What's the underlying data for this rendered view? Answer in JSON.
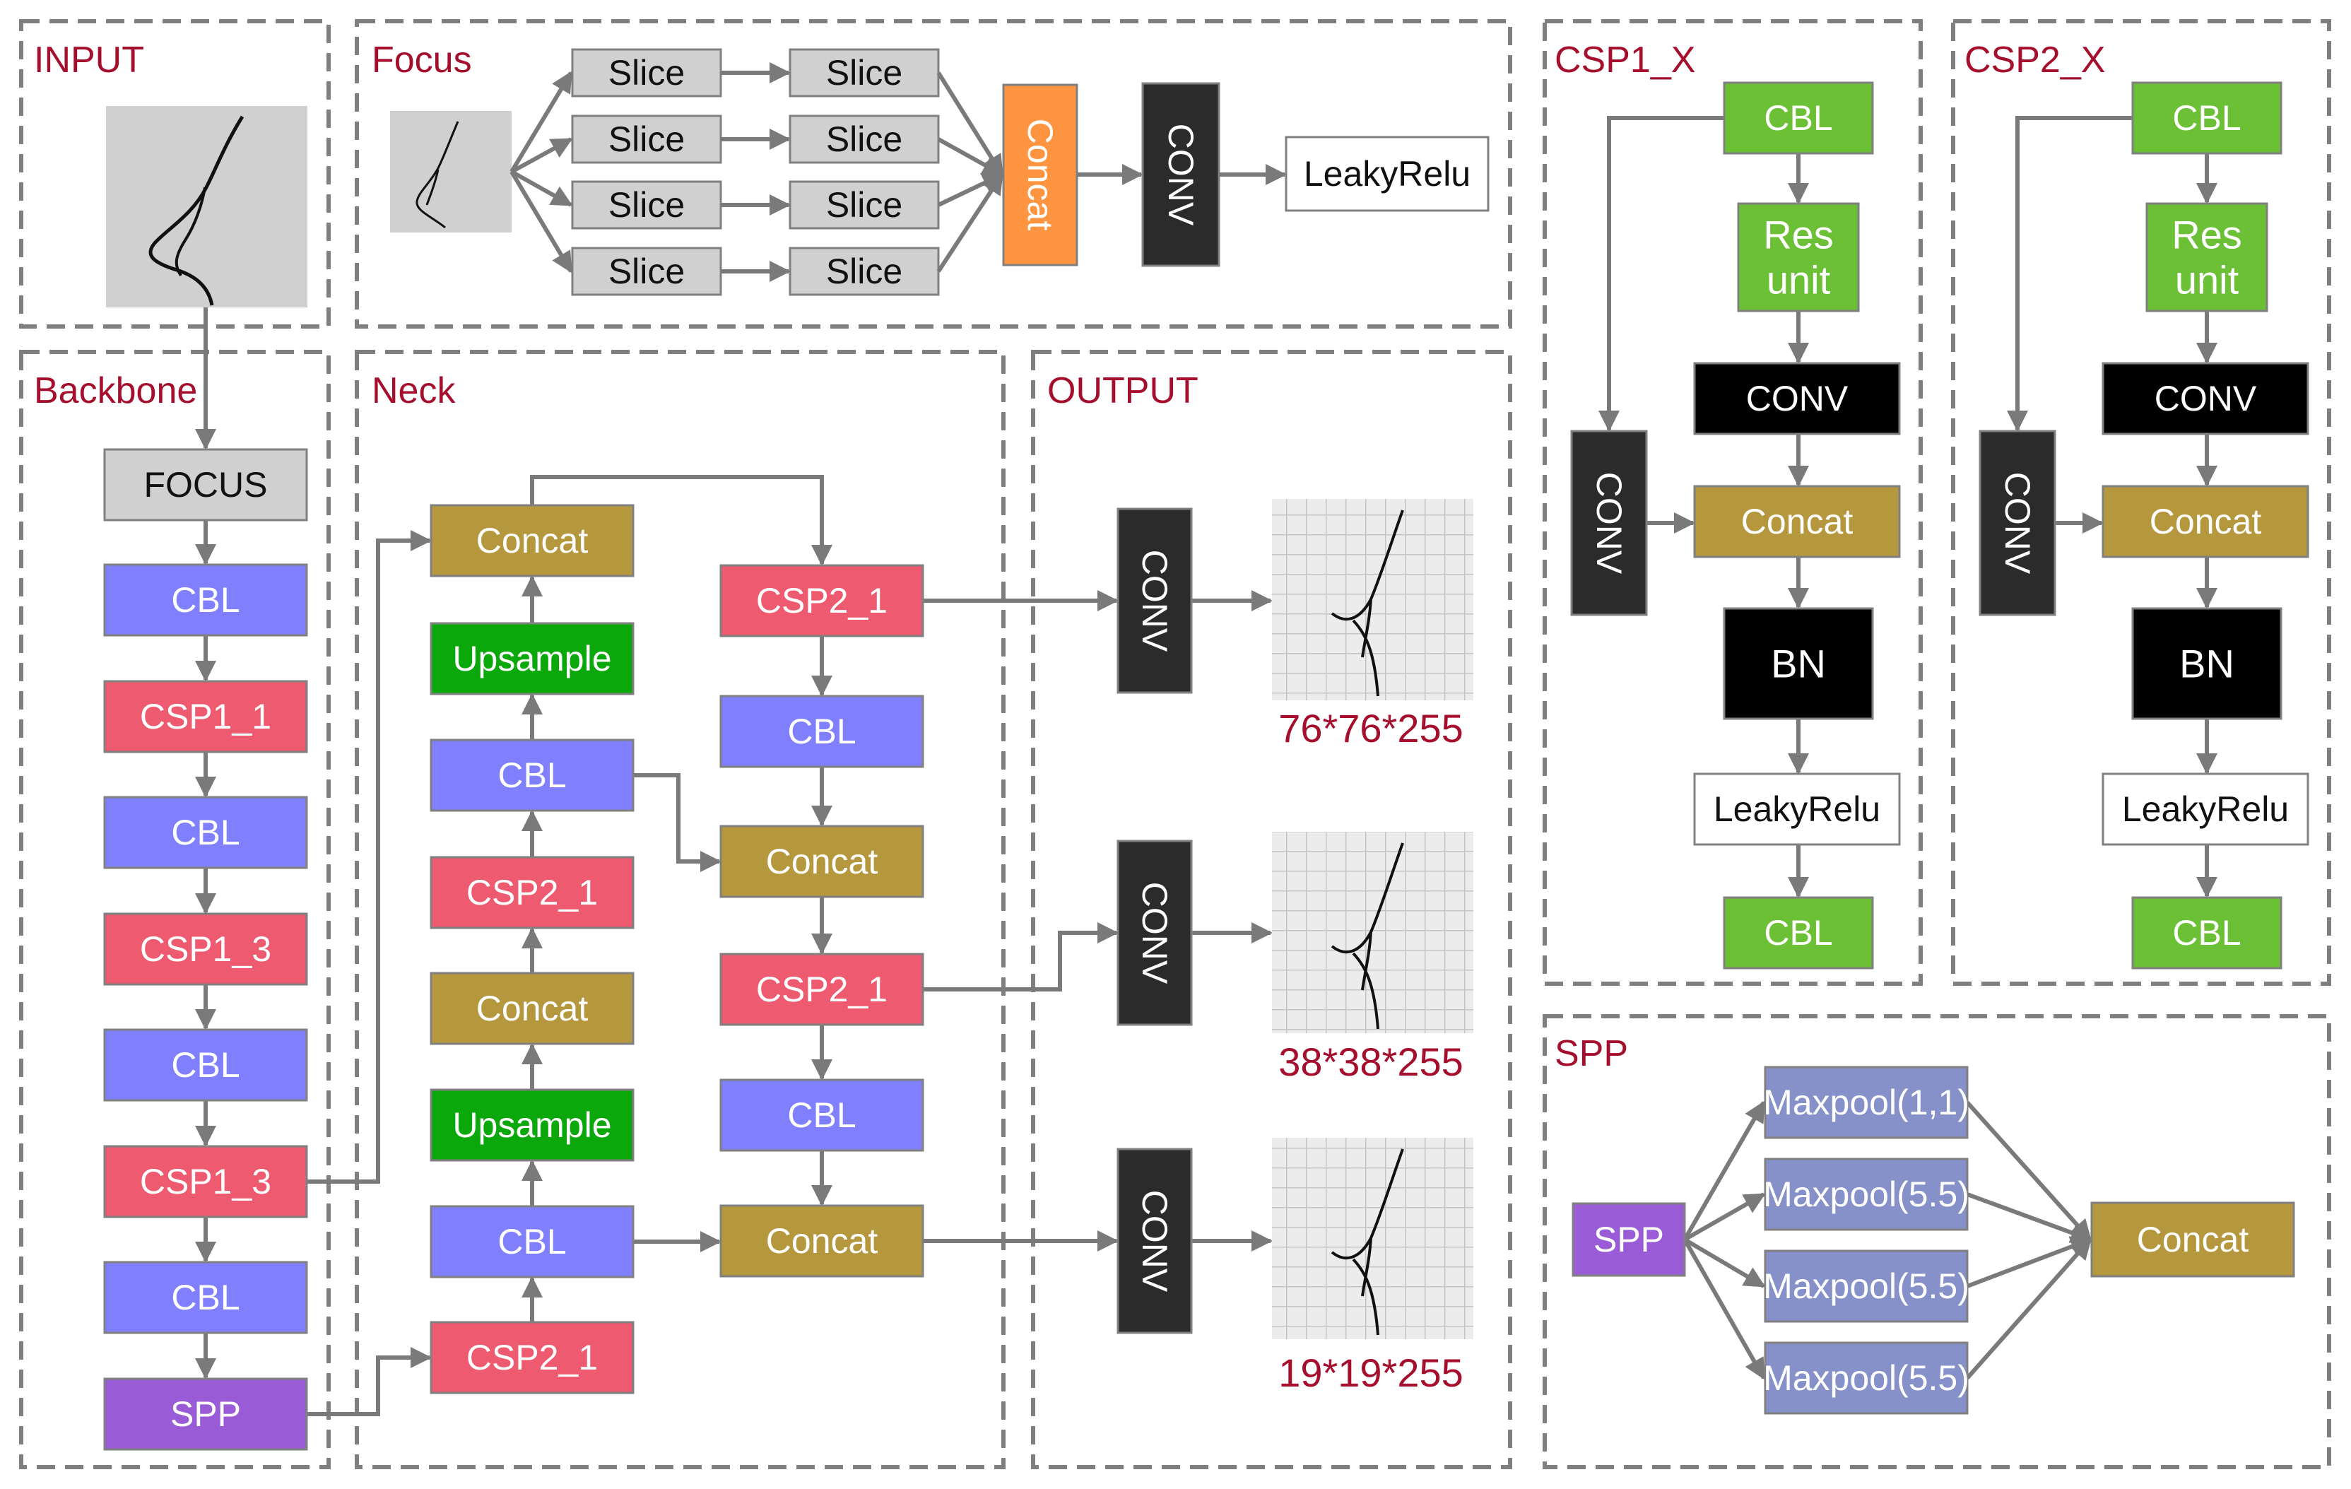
{
  "panels": {
    "input": "INPUT",
    "focus": "Focus",
    "backbone": "Backbone",
    "neck": "Neck",
    "output": "OUTPUT",
    "csp1x": "CSP1_X",
    "csp2x": "CSP2_X",
    "spp": "SPP"
  },
  "focus": {
    "slice": "Slice",
    "concat": "Concat",
    "conv": "CONV",
    "leaky": "LeakyRelu"
  },
  "backbone": [
    "FOCUS",
    "CBL",
    "CSP1_1",
    "CBL",
    "CSP1_3",
    "CBL",
    "CSP1_3",
    "CBL",
    "SPP"
  ],
  "neck": {
    "col1": [
      "Concat",
      "Upsample",
      "CBL",
      "CSP2_1",
      "Concat",
      "Upsample",
      "CBL",
      "CSP2_1"
    ],
    "col2": [
      "CSP2_1",
      "CBL",
      "Concat",
      "CSP2_1",
      "CBL",
      "Concat"
    ]
  },
  "output": {
    "conv": "CONV",
    "sizes": [
      "76*76*255",
      "38*38*255",
      "19*19*255"
    ]
  },
  "csp_block": {
    "cbl": "CBL",
    "res": [
      "Res",
      "unit"
    ],
    "conv": "CONV",
    "concat": "Concat",
    "bn": "BN",
    "leaky": "LeakyRelu"
  },
  "spp_block": {
    "input": "SPP",
    "pools": [
      "Maxpool(1,1)",
      "Maxpool(5.5)",
      "Maxpool(5.5)",
      "Maxpool(5.5)"
    ],
    "concat": "Concat"
  },
  "colors": {
    "panel_title": "#a50f2d",
    "gray": "#d0d0d0",
    "cbl": "#8080ff",
    "csp": "#ee5a6f",
    "spp": "#9a5bd6",
    "concat": "#b5983e",
    "upsample": "#0aa80a",
    "csp_green": "#6cc035",
    "black": "#2b2b2b",
    "orange": "#ff9540",
    "maxpool": "#8591c8"
  }
}
